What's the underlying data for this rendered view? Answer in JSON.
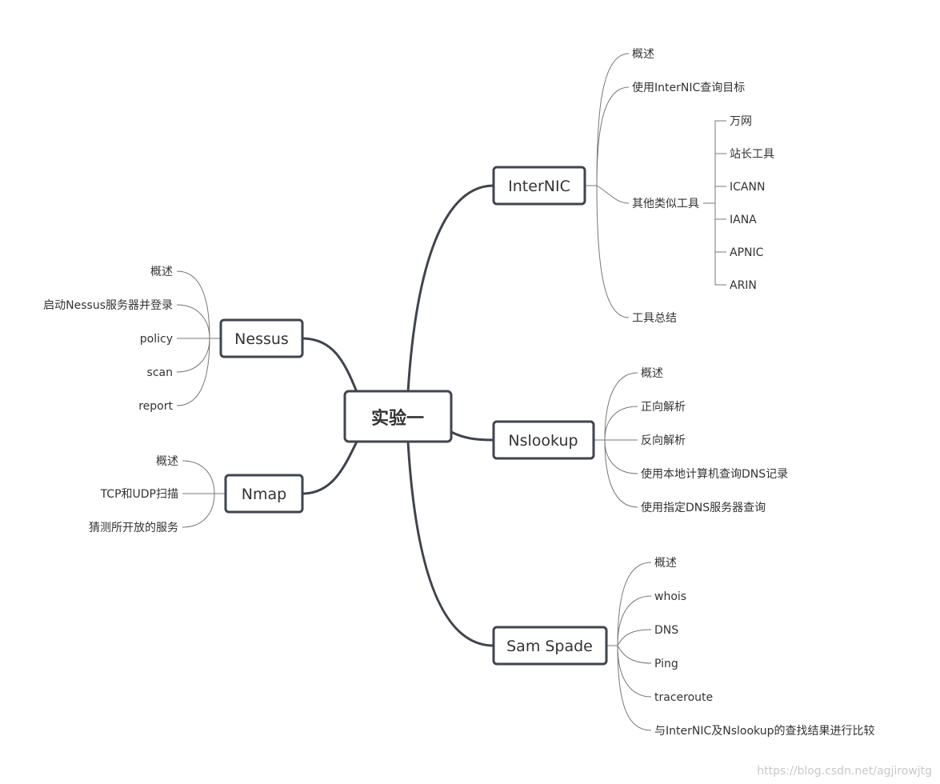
{
  "root": {
    "label": "实验一"
  },
  "branches": {
    "internic": {
      "label": "InterNIC",
      "children": [
        "概述",
        "使用InterNIC查询目标",
        "其他类似工具",
        "工具总结"
      ],
      "sub": [
        "万网",
        "站长工具",
        "ICANN",
        "IANA",
        "APNIC",
        "ARIN"
      ]
    },
    "nslookup": {
      "label": "Nslookup",
      "children": [
        "概述",
        "正向解析",
        "反向解析",
        "使用本地计算机查询DNS记录",
        "使用指定DNS服务器查询"
      ]
    },
    "samspade": {
      "label": "Sam Spade",
      "children": [
        "概述",
        "whois",
        "DNS",
        "Ping",
        "traceroute",
        "与InterNIC及Nslookup的查找结果进行比较"
      ]
    },
    "nessus": {
      "label": "Nessus",
      "children": [
        "概述",
        "启动Nessus服务器并登录",
        "policy",
        "scan",
        "report"
      ]
    },
    "nmap": {
      "label": "Nmap",
      "children": [
        "概述",
        "TCP和UDP扫描",
        "猜测所开放的服务"
      ]
    }
  },
  "watermark": "https://blog.csdn.net/agjirowjtg",
  "colors": {
    "line": "#3f444d",
    "text": "#333333",
    "thin": "#777777"
  }
}
